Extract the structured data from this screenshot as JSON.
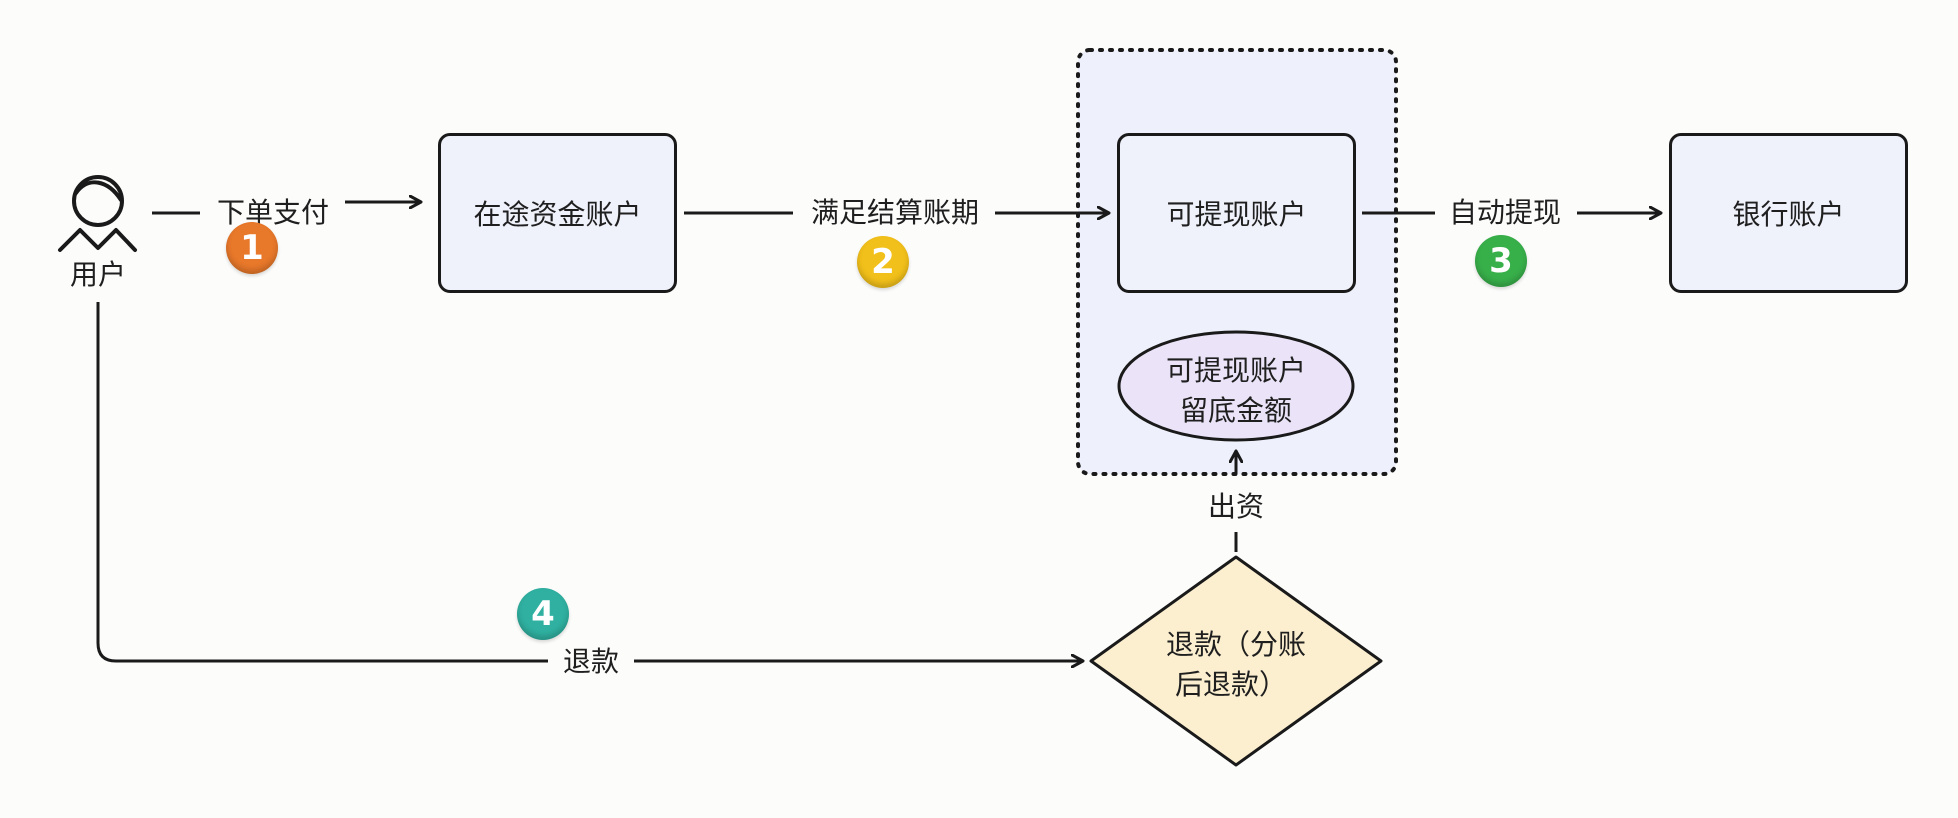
{
  "colors": {
    "box_fill": "#eff1fb",
    "group_fill": "#eef0fb",
    "ellipse_fill": "#ebe3f8",
    "diamond_fill": "#fbefd0",
    "badge_1": "#e8782a",
    "badge_2": "#f2c01a",
    "badge_3": "#38b04a",
    "badge_4": "#2fb0a0"
  },
  "user": {
    "label": "用户",
    "icon": "user-icon"
  },
  "nodes": {
    "in_transit": "在途资金账户",
    "withdrawable": "可提现账户",
    "bank": "银行账户",
    "reserve_line1": "可提现账户",
    "reserve_line2": "留底金额",
    "refund_line1": "退款（分账",
    "refund_line2": "后退款）"
  },
  "edges": {
    "pay": "下单支付",
    "settle": "满足结算账期",
    "auto_withdraw": "自动提现",
    "fund": "出资",
    "refund": "退款"
  },
  "badges": {
    "b1": "1",
    "b2": "2",
    "b3": "3",
    "b4": "4"
  }
}
